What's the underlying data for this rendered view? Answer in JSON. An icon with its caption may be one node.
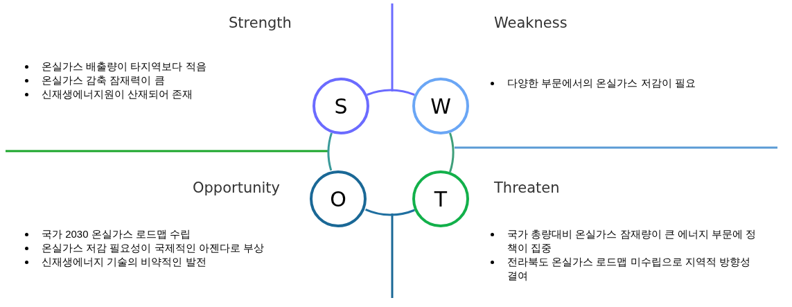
{
  "diagram": {
    "nodes": [
      {
        "text": [
          "S"
        ]
      },
      {
        "text": [
          "W"
        ]
      },
      {
        "text": [
          "O"
        ]
      },
      {
        "text": [
          "T"
        ]
      }
    ],
    "edges": [
      {
        "from": 0,
        "to": 1,
        "arrow": "none",
        "color": "#6b6bff"
      },
      {
        "from": 1,
        "to": 3,
        "arrow": "none",
        "color": "#3f9f7a"
      },
      {
        "from": 3,
        "to": 2,
        "arrow": "none",
        "color": "#1f6fa0"
      },
      {
        "from": 2,
        "to": 0,
        "arrow": "none",
        "color": "#3a9a9a"
      }
    ],
    "labels": [
      "Strength",
      "온실가스 배출량이 타지역보다 적음",
      "온실가스 감축 잠재력이 큼",
      "신재생에너지원이 산재되어 존재",
      "Weakness",
      "다양한 부문에서의 온실가스 저감이 필요",
      "Opportunity",
      "국가 2030 온실가스 로드맵 수립",
      "온실가스 저감 필요성이 국제적인 아젠다로 부상",
      "신재생에너지 기술의 비약적인 발전",
      "Threaten",
      "국가 총량대비 온실가스 잠재량이 큰 에너지 부문에 정책이 집중",
      "전라북도 온실가스 로드맵 미수립으로 지역적 방향성 결여"
    ]
  }
}
